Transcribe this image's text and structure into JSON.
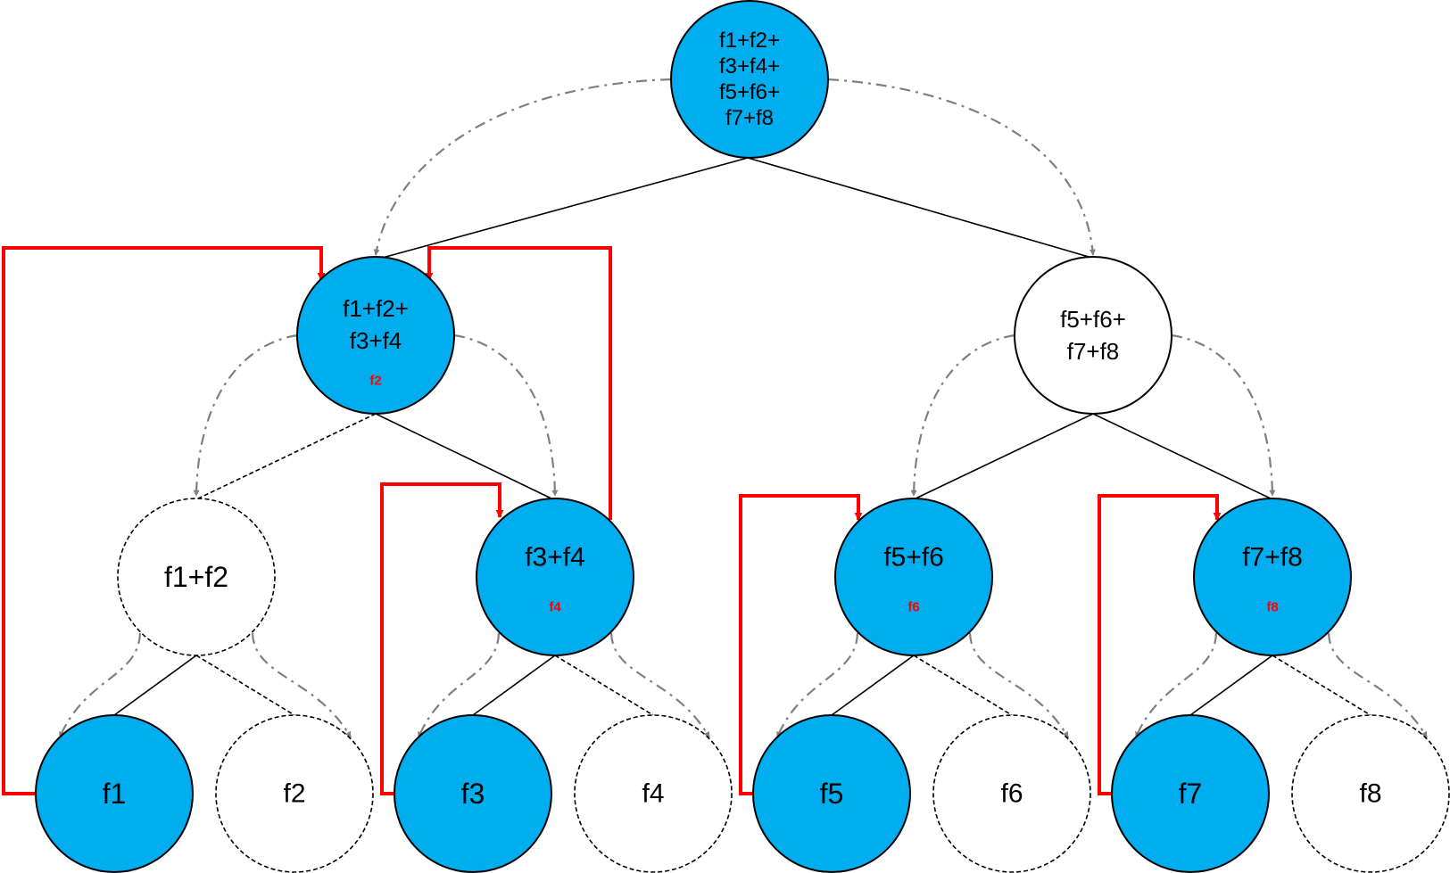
{
  "colors": {
    "active_fill": "#00AEEF",
    "inactive_fill": "#ffffff",
    "red_path": "#ff0000",
    "gray_arrow": "#808080",
    "edge": "#000000"
  },
  "nodes": {
    "root": {
      "lines": [
        "f1+f2+",
        "f3+f4+",
        "f5+f6+",
        "f7+f8"
      ]
    },
    "left_mid": {
      "lines": [
        "f1+f2+",
        "f3+f4"
      ],
      "sub": "f2"
    },
    "right_mid": {
      "lines": [
        "f5+f6+",
        "f7+f8"
      ]
    },
    "f1f2": {
      "lines": [
        "f1+f2"
      ]
    },
    "f3f4": {
      "lines": [
        "f3+f4"
      ],
      "sub": "f4"
    },
    "f5f6": {
      "lines": [
        "f5+f6"
      ],
      "sub": "f6"
    },
    "f7f8": {
      "lines": [
        "f7+f8"
      ],
      "sub": "f8"
    },
    "f1": {
      "lines": [
        "f1"
      ]
    },
    "f2": {
      "lines": [
        "f2"
      ]
    },
    "f3": {
      "lines": [
        "f3"
      ]
    },
    "f4": {
      "lines": [
        "f4"
      ]
    },
    "f5": {
      "lines": [
        "f5"
      ]
    },
    "f6": {
      "lines": [
        "f6"
      ]
    },
    "f7": {
      "lines": [
        "f7"
      ]
    },
    "f8": {
      "lines": [
        "f8"
      ]
    }
  }
}
